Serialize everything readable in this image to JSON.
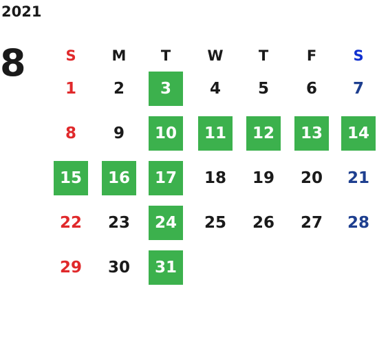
{
  "header": {
    "year": "2021",
    "month": "8"
  },
  "weekdays": [
    "S",
    "M",
    "T",
    "W",
    "T",
    "F",
    "S"
  ],
  "weeks": [
    [
      "",
      "",
      "",
      "",
      "",
      "",
      ""
    ],
    [
      "1",
      "2",
      "3",
      "4",
      "5",
      "6",
      "7"
    ],
    [
      "8",
      "9",
      "10",
      "11",
      "12",
      "13",
      "14"
    ],
    [
      "15",
      "16",
      "17",
      "18",
      "19",
      "20",
      "21"
    ],
    [
      "22",
      "23",
      "24",
      "25",
      "26",
      "27",
      "28"
    ],
    [
      "29",
      "30",
      "31",
      "",
      "",
      "",
      ""
    ]
  ],
  "highlighted_days": [
    "3",
    "10",
    "11",
    "12",
    "13",
    "14",
    "15",
    "16",
    "17",
    "24",
    "31"
  ],
  "colors": {
    "sunday": "#e0292b",
    "saturday": "#1e3f8f",
    "saturday_header": "#1030d0",
    "highlight": "#3cb14d",
    "text": "#1a1a1a"
  }
}
